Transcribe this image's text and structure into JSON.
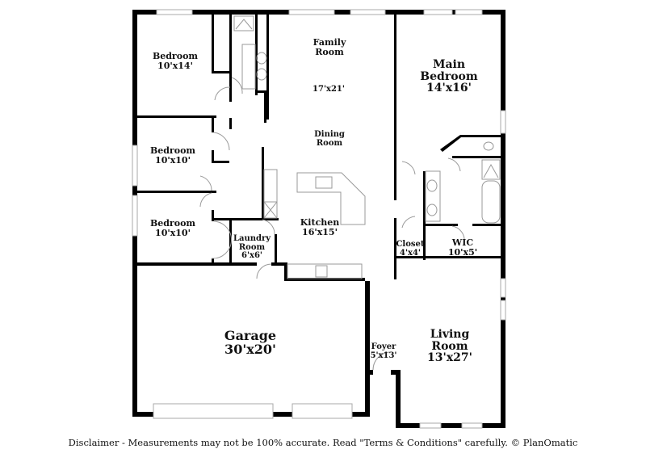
{
  "floorplan": {
    "rooms": [
      {
        "id": "bedroom-1",
        "name": "Bedroom",
        "dims": "10'x14'"
      },
      {
        "id": "family-room",
        "name": "Family Room",
        "name_line1": "Family",
        "name_line2": "Room",
        "dims": "17'x21'"
      },
      {
        "id": "dining-room",
        "name": "Dining Room",
        "name_line1": "Dining",
        "name_line2": "Room"
      },
      {
        "id": "main-bedroom",
        "name": "Main Bedroom",
        "name_line1": "Main",
        "name_line2": "Bedroom",
        "dims": "14'x16'"
      },
      {
        "id": "bedroom-2",
        "name": "Bedroom",
        "dims": "10'x10'"
      },
      {
        "id": "bedroom-3",
        "name": "Bedroom",
        "dims": "10'x10'"
      },
      {
        "id": "kitchen",
        "name": "Kitchen",
        "dims": "16'x15'"
      },
      {
        "id": "laundry-room",
        "name": "Laundry Room",
        "name_line1": "Laundry",
        "name_line2": "Room",
        "dims": "6'x6'"
      },
      {
        "id": "closet",
        "name": "Closet",
        "dims": "4'x4'"
      },
      {
        "id": "wic",
        "name": "WIC",
        "dims": "10'x5'"
      },
      {
        "id": "garage",
        "name": "Garage",
        "dims": "30'x20'"
      },
      {
        "id": "foyer",
        "name": "Foyer",
        "dims": "5'x13'"
      },
      {
        "id": "living-room",
        "name": "Living Room",
        "name_line1": "Living",
        "name_line2": "Room",
        "dims": "13'x27'"
      }
    ],
    "colors": {
      "wall": "#000000",
      "fixture": "#999999",
      "window": "#cccccc",
      "background": "#ffffff"
    }
  },
  "footer": {
    "disclaimer": "Disclaimer - Measurements may not be 100% accurate. Read \"Terms & Conditions\" carefully. © PlanOmatic"
  }
}
